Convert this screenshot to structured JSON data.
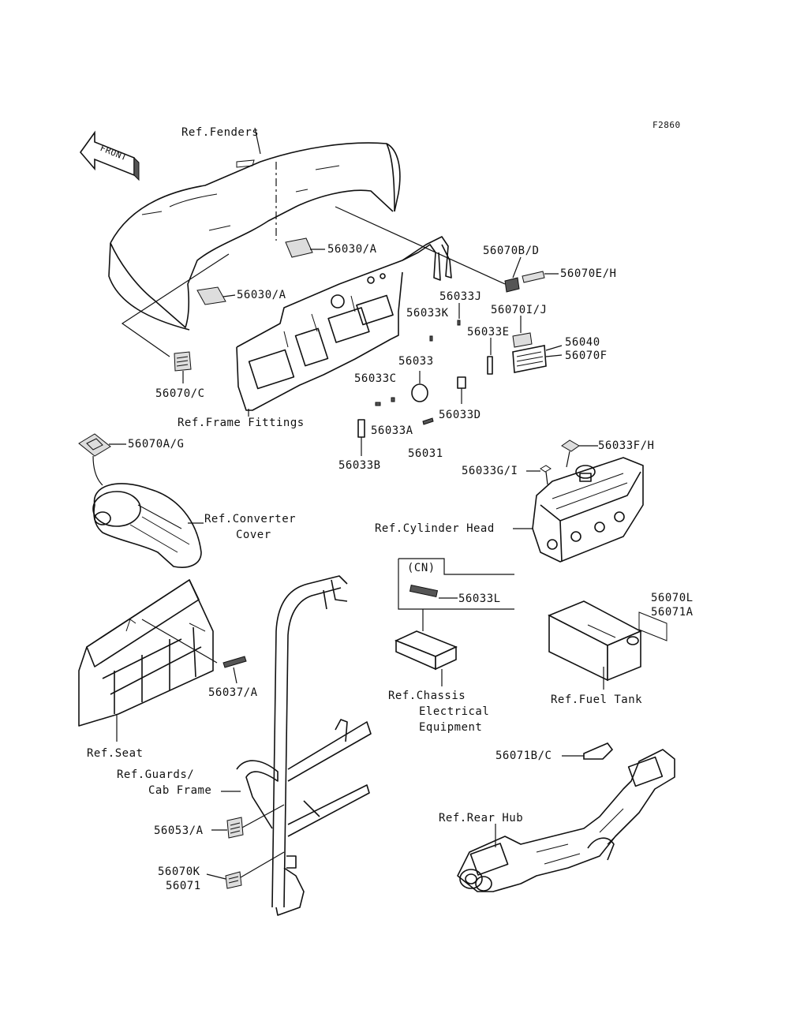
{
  "diagram_code": "F2860",
  "front_label": "FRONT",
  "labels": {
    "ref_fenders": "Ref.Fenders",
    "ref_frame_fittings": "Ref.Frame Fittings",
    "ref_converter_cover_1": "Ref.Converter",
    "ref_converter_cover_2": "Cover",
    "ref_cylinder_head": "Ref.Cylinder Head",
    "ref_seat": "Ref.Seat",
    "ref_guards_1": "Ref.Guards/",
    "ref_guards_2": "Cab Frame",
    "ref_chassis_1": "Ref.Chassis",
    "ref_chassis_2": "Electrical",
    "ref_chassis_3": "Equipment",
    "ref_fuel_tank": "Ref.Fuel Tank",
    "ref_rear_hub": "Ref.Rear Hub",
    "cn_box": "(CN)"
  },
  "parts": {
    "p56030A_1": "56030/A",
    "p56030A_2": "56030/A",
    "p56070C": "56070/C",
    "p56070BD": "56070B/D",
    "p56070EH": "56070E/H",
    "p56033J": "56033J",
    "p56033K": "56033K",
    "p56070IJ": "56070I/J",
    "p56033E": "56033E",
    "p56040": "56040",
    "p56070F": "56070F",
    "p56033": "56033",
    "p56033C": "56033C",
    "p56033D": "56033D",
    "p56033A": "56033A",
    "p56031": "56031",
    "p56033B": "56033B",
    "p56070AG": "56070A/G",
    "p56033FH": "56033F/H",
    "p56033GI": "56033G/I",
    "p56070L": "56070L",
    "p56071A": "56071A",
    "p56033L": "56033L",
    "p56037A": "56037/A",
    "p56071BC": "56071B/C",
    "p56053A": "56053/A",
    "p56070K": "56070K",
    "p56071": "56071"
  }
}
